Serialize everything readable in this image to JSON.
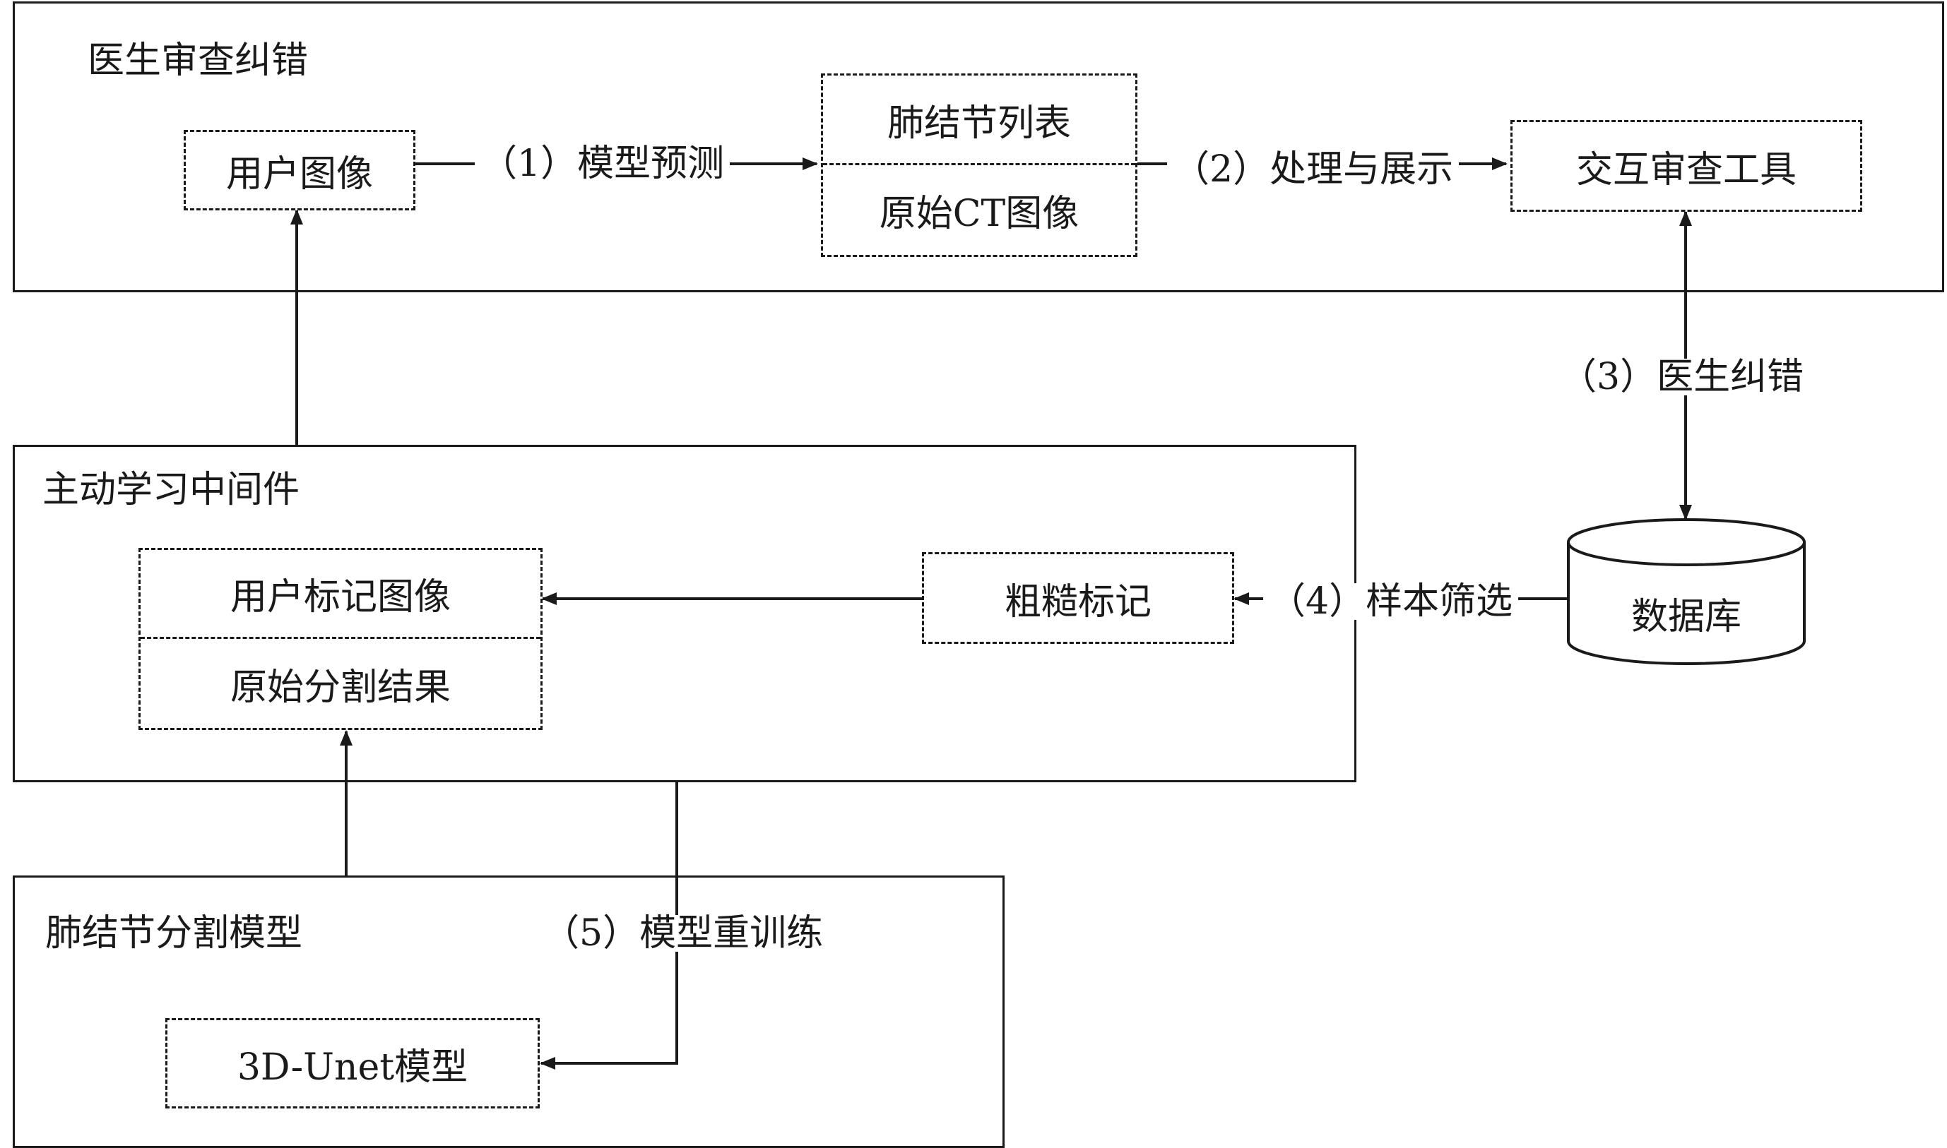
{
  "panels": {
    "review": {
      "title": "医生审查纠错"
    },
    "middleware": {
      "title": "主动学习中间件"
    },
    "model": {
      "title": "肺结节分割模型"
    }
  },
  "nodes": {
    "user_image": "用户图像",
    "nodule_list": "肺结节列表",
    "original_ct": "原始CT图像",
    "review_tool": "交互审查工具",
    "database": "数据库",
    "rough_label": "粗糙标记",
    "user_labeled_image": "用户标记图像",
    "original_segmentation": "原始分割结果",
    "unet_model": "3D-Unet模型"
  },
  "edges": {
    "step1": "（1）模型预测",
    "step2": "（2）处理与展示",
    "step3": "（3）医生纠错",
    "step4": "（4）样本筛选",
    "step5": "（5）模型重训练"
  },
  "colors": {
    "stroke": "#1a1a1a",
    "background": "#ffffff"
  }
}
